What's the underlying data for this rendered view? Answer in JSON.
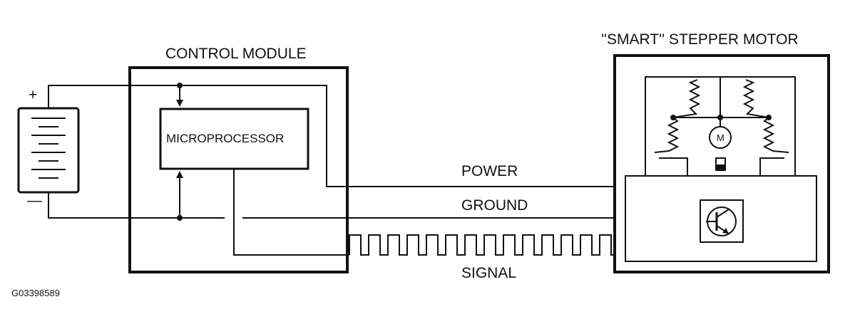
{
  "labels": {
    "control_module": "CONTROL MODULE",
    "microprocessor": "MICROPROCESSOR",
    "motor": "''SMART'' STEPPER MOTOR",
    "power": "POWER",
    "ground": "GROUND",
    "signal": "SIGNAL",
    "motor_symbol": "M",
    "battery_plus": "+",
    "battery_minus": "—",
    "figure_id": "G03398589"
  },
  "colors": {
    "line": "#111111",
    "background": "#ffffff"
  }
}
